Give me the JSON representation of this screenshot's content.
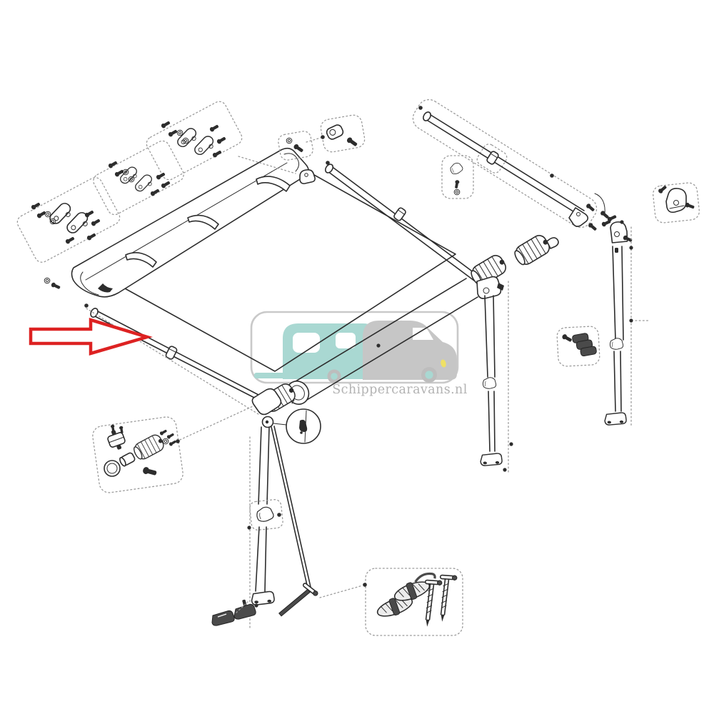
{
  "watermark": {
    "text": "Schippercaravans.nl",
    "border_color": "#c9c9c9",
    "caravan_color": "#a9d8d2",
    "van_color": "#c6c6c6",
    "wheel_ring_color": "#bdbdbd",
    "headlight_color": "#efe166",
    "text_color": "#b3b3b3"
  },
  "pointer": {
    "arrow_outline_color": "#dd2222",
    "arrow_fill_color": "#ffffff"
  },
  "diagram": {
    "line_color": "#2d2d2d",
    "dash_color": "#9b9b9b",
    "dark_part_color": "#2d2d2d",
    "parts": [
      "wall-bracket-kit-1",
      "wall-bracket-kit-2",
      "wall-bracket-kit-3",
      "fastener-kit-small",
      "fastener-kit-large",
      "awning-cassette",
      "awning-fabric",
      "lead-rail",
      "roller-tube",
      "rafter-pole-middle",
      "rafter-pole-top",
      "pole-clamp-kit",
      "collar-detail-box",
      "corner-joint-kit",
      "rail-stop-kit",
      "leg-front-left",
      "leg-rear-right",
      "leg-right",
      "gear-knob-front",
      "gear-knob-rear",
      "gear-knob-spare",
      "winch-assembly-kit",
      "foot-clamp-pair",
      "tension-stake",
      "pegs-and-cords-kit",
      "pivot-detail-magnifier"
    ]
  }
}
